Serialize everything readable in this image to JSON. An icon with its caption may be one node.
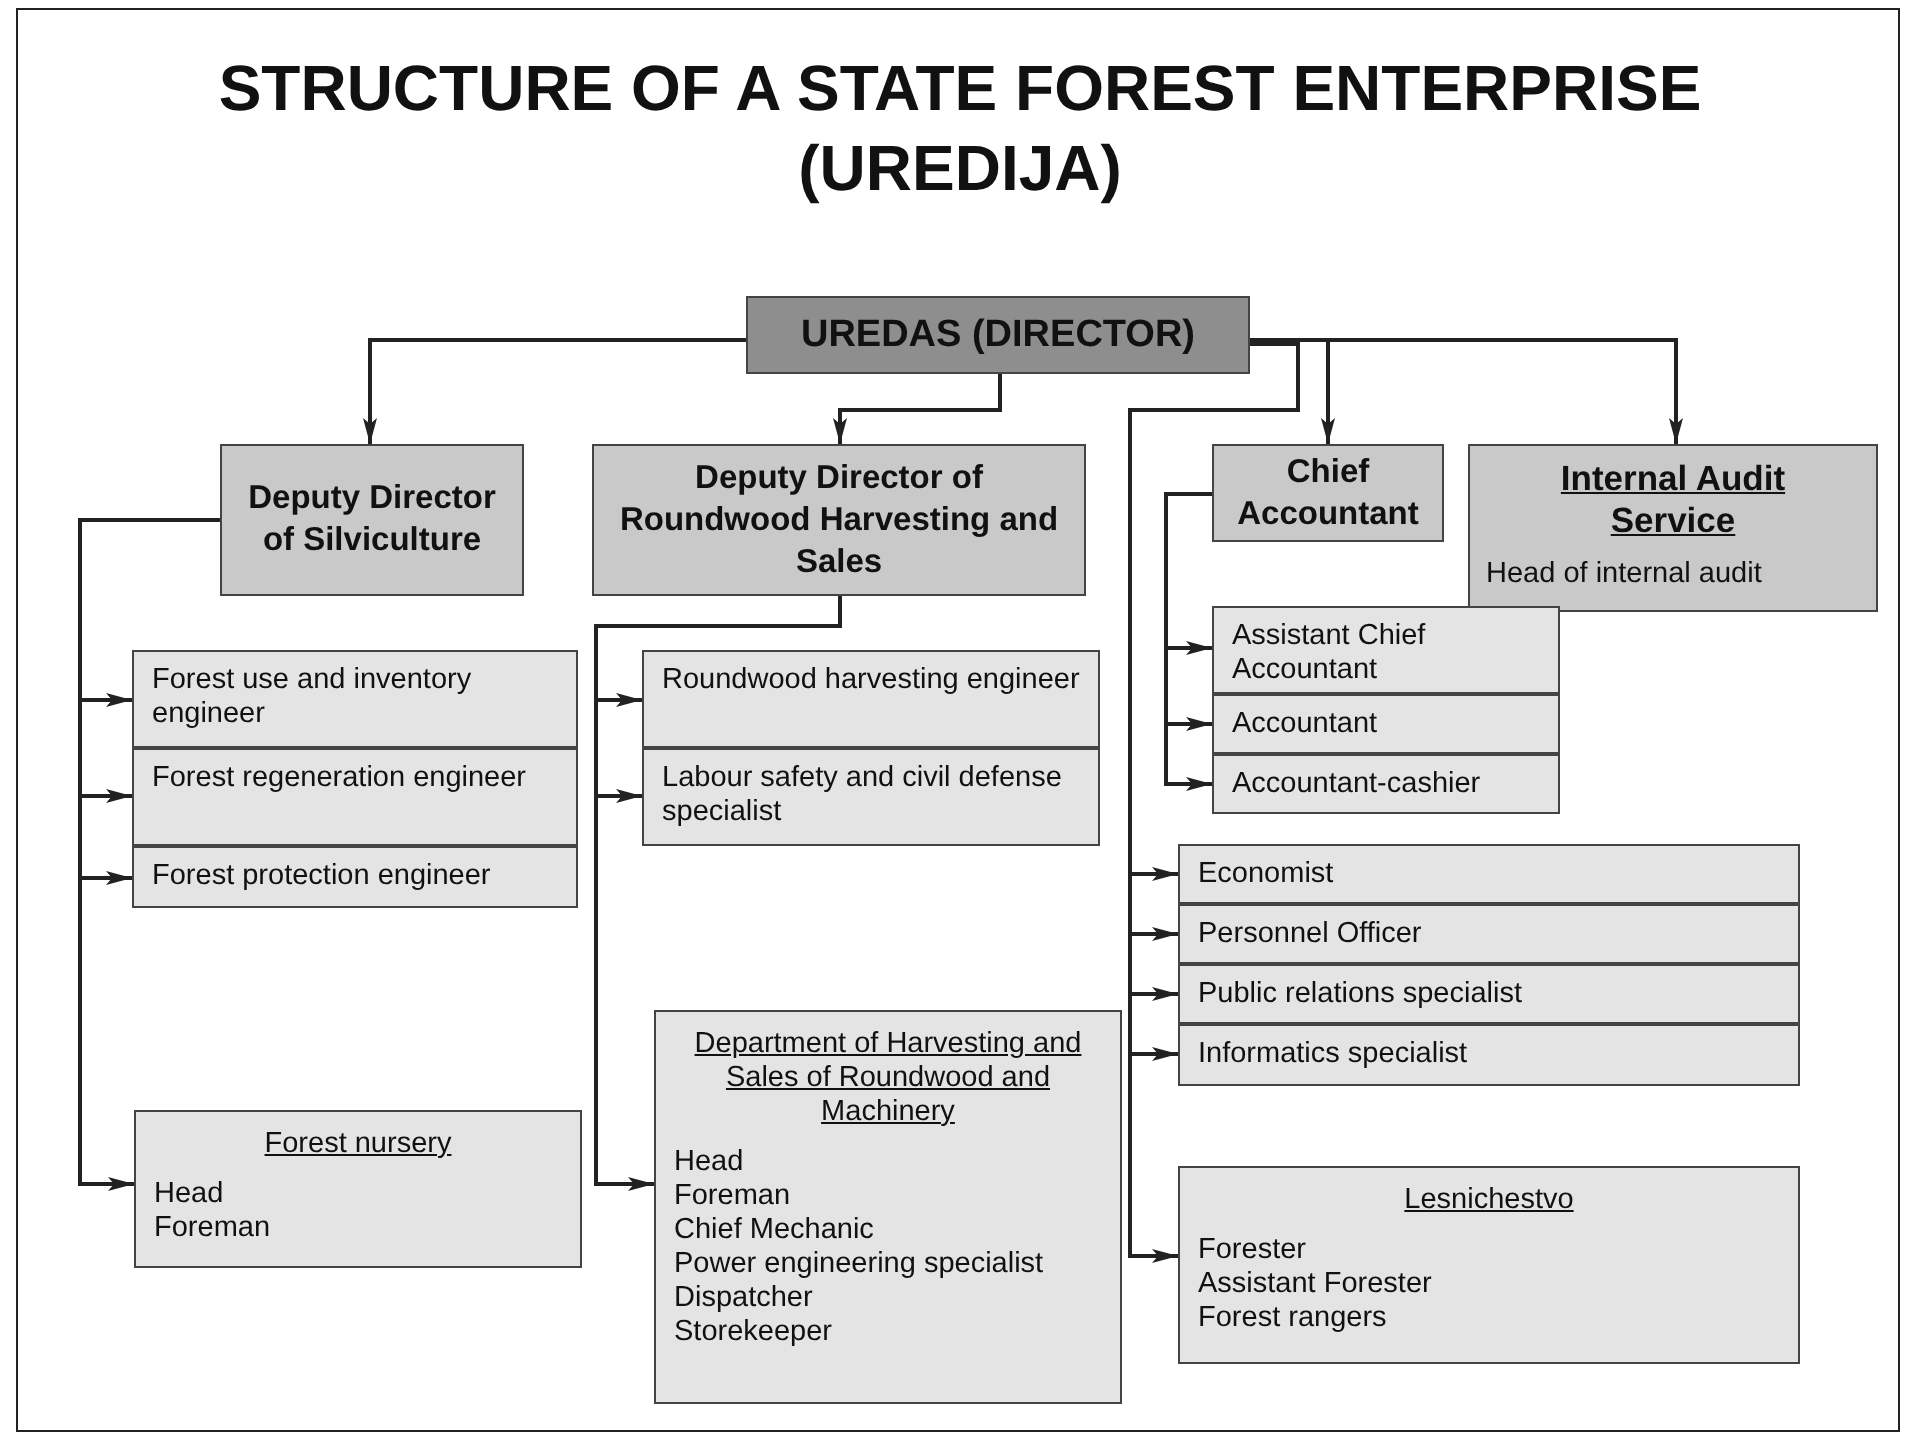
{
  "diagram": {
    "title": "STRUCTURE OF A STATE FOREST ENTERPRISE (UREDIJA)",
    "nodes": [
      {
        "text": [
          "UREDAS (DIRECTOR)"
        ]
      },
      {
        "text": [
          "Deputy Director of Silviculture"
        ]
      },
      {
        "text": [
          "Deputy Director of Roundwood Harvesting and Sales"
        ]
      },
      {
        "text": [
          "Chief Accountant"
        ]
      },
      {
        "text": [
          "Internal Audit Service",
          "Head of internal audit"
        ]
      },
      {
        "text": [
          "Forest use and inventory engineer"
        ]
      },
      {
        "text": [
          "Forest regeneration engineer"
        ]
      },
      {
        "text": [
          "Forest protection engineer"
        ]
      },
      {
        "text": [
          "Roundwood harvesting engineer"
        ]
      },
      {
        "text": [
          "Labour safety and civil defense specialist"
        ]
      },
      {
        "text": [
          "Assistant Chief Accountant"
        ]
      },
      {
        "text": [
          "Accountant"
        ]
      },
      {
        "text": [
          "Accountant-cashier"
        ]
      },
      {
        "text": [
          "Economist"
        ]
      },
      {
        "text": [
          "Personnel Officer"
        ]
      },
      {
        "text": [
          "Public relations specialist"
        ]
      },
      {
        "text": [
          "Informatics specialist"
        ]
      },
      {
        "text": [
          "Forest nursery",
          "Head",
          "Foreman"
        ]
      },
      {
        "text": [
          "Department of Harvesting and Sales of Roundwood and Machinery",
          "Head",
          "Foreman",
          "Chief Mechanic",
          "Power engineering specialist",
          "Dispatcher",
          "Storekeeper"
        ]
      },
      {
        "text": [
          "Lesnichestvo",
          "Forester",
          "Assistant Forester",
          "Forest rangers"
        ]
      }
    ],
    "edges": [
      {
        "from": 0,
        "to": 1,
        "arrow": "to"
      },
      {
        "from": 0,
        "to": 2,
        "arrow": "to"
      },
      {
        "from": 0,
        "to": 3,
        "arrow": "to"
      },
      {
        "from": 0,
        "to": 4,
        "arrow": "to"
      },
      {
        "from": 0,
        "to": 13,
        "arrow": "to"
      },
      {
        "from": 0,
        "to": 14,
        "arrow": "to"
      },
      {
        "from": 0,
        "to": 15,
        "arrow": "to"
      },
      {
        "from": 0,
        "to": 16,
        "arrow": "to"
      },
      {
        "from": 0,
        "to": 19,
        "arrow": "to"
      },
      {
        "from": 1,
        "to": 5,
        "arrow": "to"
      },
      {
        "from": 1,
        "to": 6,
        "arrow": "to"
      },
      {
        "from": 1,
        "to": 7,
        "arrow": "to"
      },
      {
        "from": 1,
        "to": 17,
        "arrow": "to"
      },
      {
        "from": 2,
        "to": 8,
        "arrow": "to"
      },
      {
        "from": 2,
        "to": 9,
        "arrow": "to"
      },
      {
        "from": 2,
        "to": 18,
        "arrow": "to"
      },
      {
        "from": 3,
        "to": 10,
        "arrow": "to"
      },
      {
        "from": 3,
        "to": 11,
        "arrow": "to"
      },
      {
        "from": 3,
        "to": 12,
        "arrow": "to"
      }
    ]
  }
}
